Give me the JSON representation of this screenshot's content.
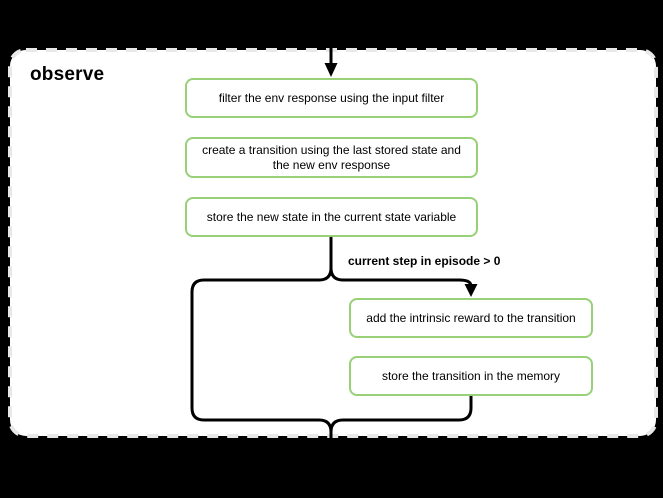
{
  "diagram": {
    "title": "observe",
    "nodes": [
      {
        "id": "filter-env-response",
        "label": "filter the env response using the input filter"
      },
      {
        "id": "create-transition",
        "label": "create a transition using the last stored state and the new env response"
      },
      {
        "id": "store-new-state",
        "label": "store the new state in the current state variable"
      },
      {
        "id": "add-intrinsic-reward",
        "label": "add the intrinsic reward to the transition"
      },
      {
        "id": "store-transition",
        "label": "store the transition in the memory"
      }
    ],
    "edge_label": "current step in episode > 0",
    "colors": {
      "background": "#000000",
      "container_fill": "#ffffff",
      "container_border": "#e8e8e8",
      "node_fill": "#ffffff",
      "node_border": "#97d077",
      "line": "#000000",
      "text": "#000000"
    }
  }
}
